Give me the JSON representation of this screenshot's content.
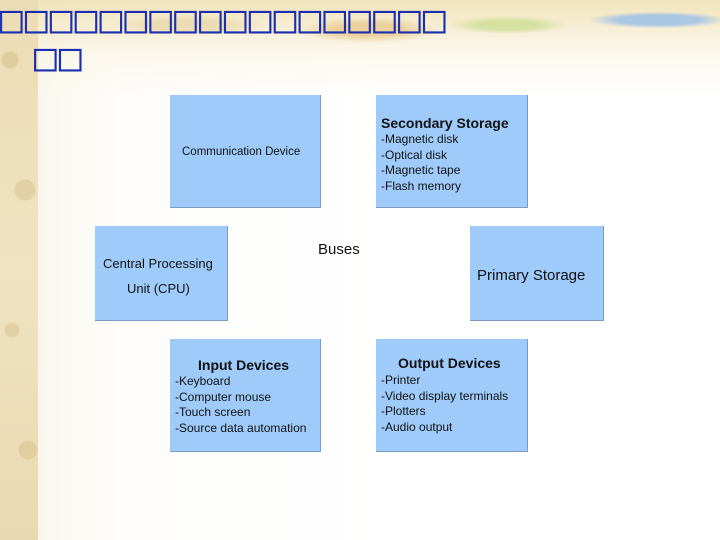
{
  "title": {
    "line1": "□□□□□□□□□□□□□□□□□□",
    "line2": "□□"
  },
  "diagram": {
    "communication": {
      "label": "Communication Device"
    },
    "secondary": {
      "heading": "Secondary Storage",
      "items": [
        "-Magnetic disk",
        "-Optical disk",
        "-Magnetic tape",
        "-Flash memory"
      ]
    },
    "cpu": {
      "line1": "Central Processing",
      "line2": "Unit (CPU)"
    },
    "buses": "Buses",
    "primary": {
      "label": "Primary Storage"
    },
    "input": {
      "heading": "Input Devices",
      "items": [
        "-Keyboard",
        "-Computer mouse",
        "-Touch screen",
        "-Source data automation"
      ]
    },
    "output": {
      "heading": "Output Devices",
      "items": [
        "-Printer",
        "-Video display terminals",
        "-Plotters",
        "-Audio output"
      ]
    }
  },
  "colors": {
    "box_fill": "#9fcbfa",
    "title": "#1a2fb0"
  }
}
